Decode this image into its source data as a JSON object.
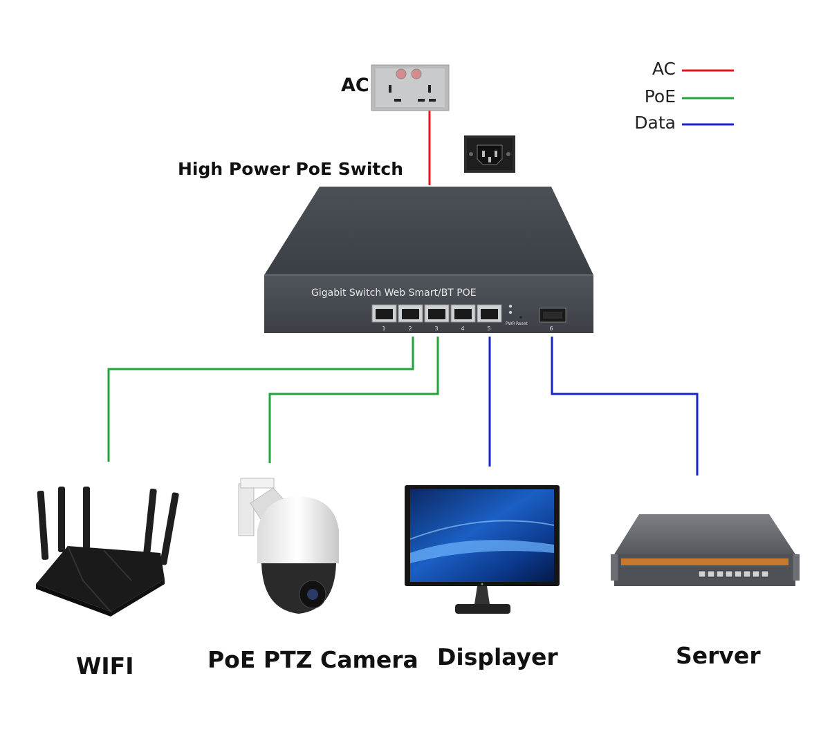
{
  "labels": {
    "ac_socket": "AC",
    "switch_title": "High Power PoE Switch",
    "switch_front": "Gigabit Switch Web Smart/BT POE",
    "pwr": "PWR",
    "reset": "Reset"
  },
  "ports": [
    "1",
    "2",
    "3",
    "4",
    "5",
    "6"
  ],
  "legend": [
    {
      "label": "AC",
      "color": "#e8141b"
    },
    {
      "label": "PoE",
      "color": "#1fa33a"
    },
    {
      "label": "Data",
      "color": "#1624c8"
    }
  ],
  "devices": [
    {
      "label": "WIFI",
      "icon": "router-icon"
    },
    {
      "label": "PoE PTZ Camera",
      "icon": "ptz-camera-icon"
    },
    {
      "label": "Displayer",
      "icon": "monitor-icon"
    },
    {
      "label": "Server",
      "icon": "server-icon"
    }
  ],
  "colors": {
    "ac": "#e8141b",
    "poe": "#1fa33a",
    "data": "#1624c8"
  }
}
